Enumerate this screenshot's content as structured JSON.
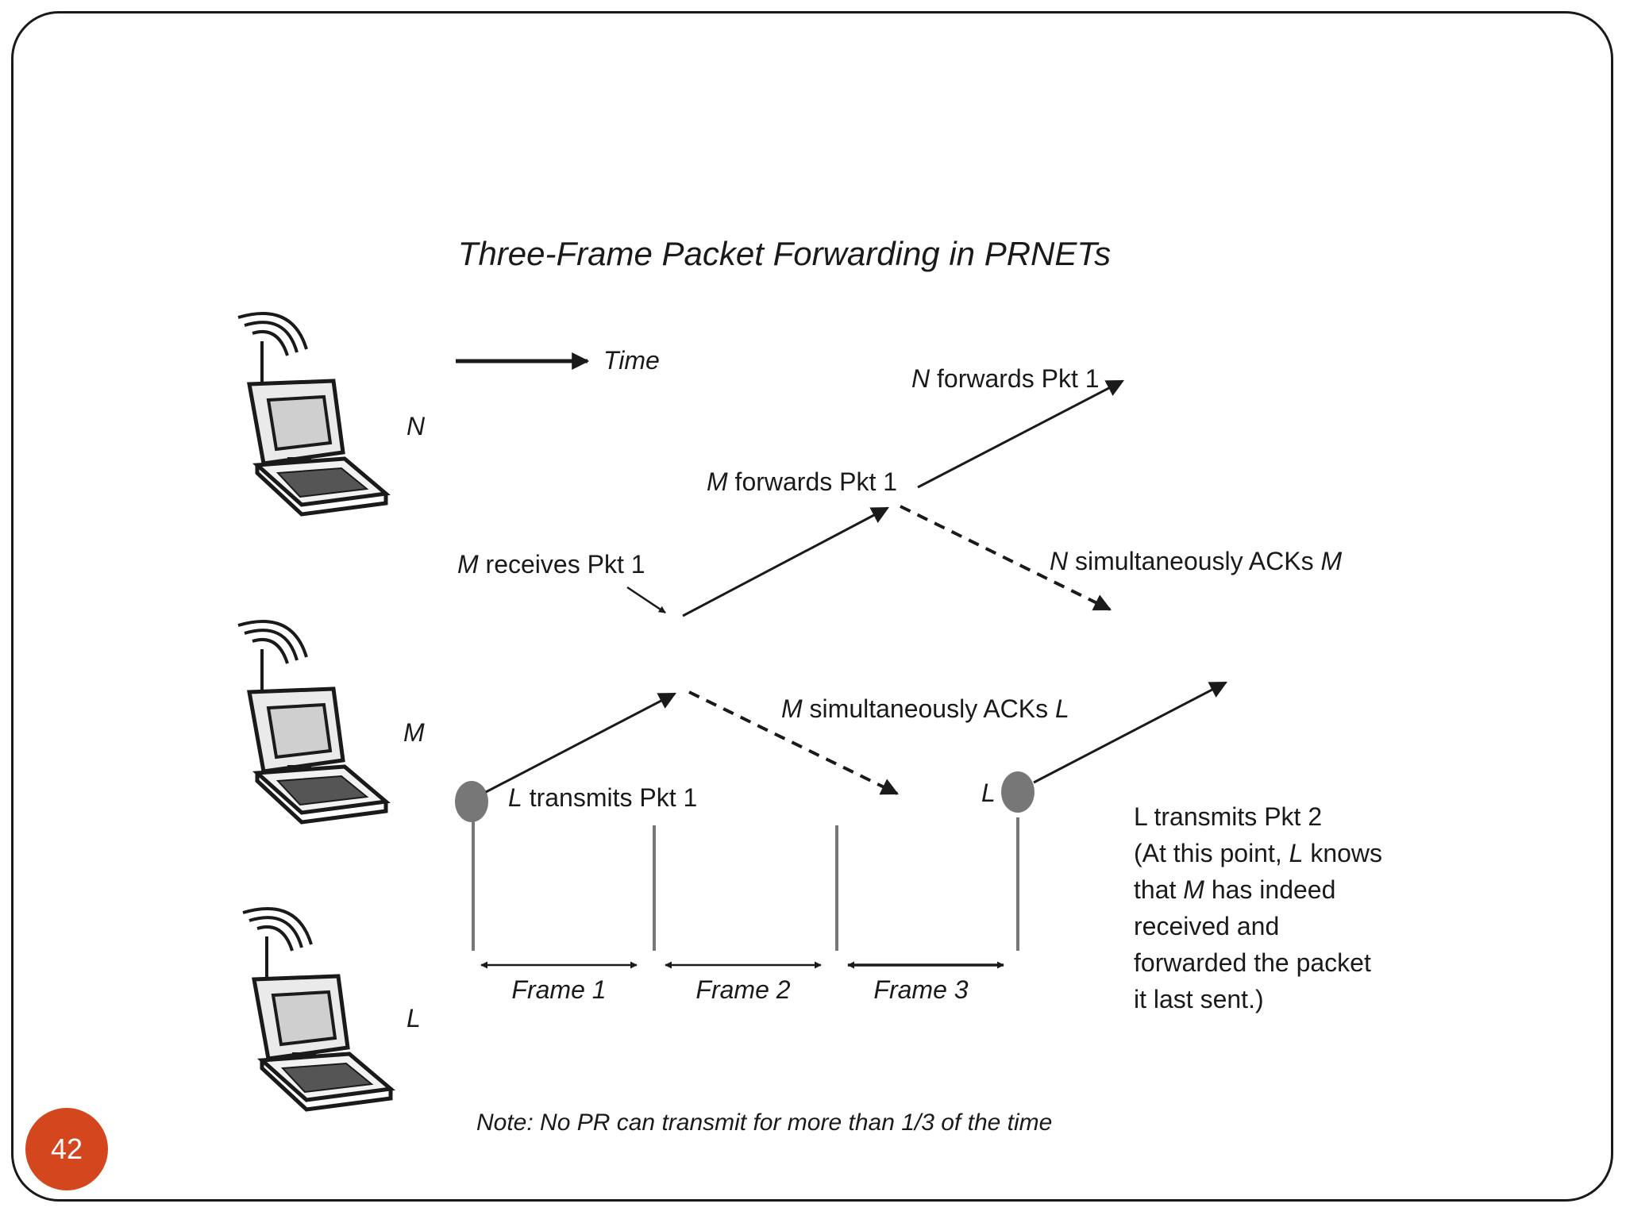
{
  "slide": {
    "number": "42"
  },
  "diagram": {
    "title": "Three-Frame Packet Forwarding in PRNETs",
    "time_label": "Time",
    "nodes": [
      {
        "id": "N",
        "label": "N"
      },
      {
        "id": "M",
        "label": "M"
      },
      {
        "id": "L",
        "label": "L"
      }
    ],
    "events": {
      "n_forwards": {
        "name": "N",
        "text": " forwards Pkt 1"
      },
      "m_forwards": {
        "name": "M",
        "text": " forwards Pkt 1"
      },
      "m_receives": {
        "name": "M",
        "text": " receives Pkt 1"
      },
      "n_acks": {
        "name": "N",
        "text": " simultaneously ACKs ",
        "target": "M"
      },
      "m_acks": {
        "name": "M",
        "text": " simultaneously ACKs ",
        "target": "L"
      },
      "l_transmits_1": {
        "name": "L",
        "text": " transmits Pkt 1"
      },
      "l_marker": "L"
    },
    "frames": [
      "Frame 1",
      "Frame 2",
      "Frame 3"
    ],
    "l_transmits_2": {
      "line1": "L transmits Pkt 2",
      "line2a": "(At this point, ",
      "line2b": "L",
      "line2c": " knows",
      "line3a": "that ",
      "line3b": "M",
      "line3c": " has indeed",
      "line4": "received and",
      "line5": "forwarded the packet",
      "line6": "it last sent.)"
    },
    "note": "Note: No PR can transmit for more than 1/3 of the time"
  }
}
